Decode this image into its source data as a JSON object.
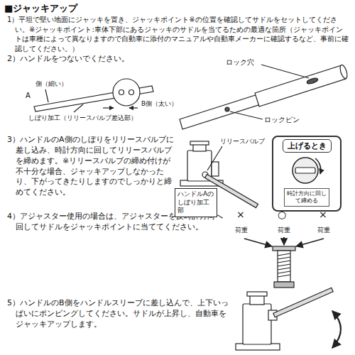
{
  "diagram": {
    "title": "■ジャッキアップ",
    "nodes": [
      {
        "text": [
          "上げるとき",
          "時計方向に回して締める"
        ]
      },
      {
        "text": [
          "ハンドルAのしぼり加工部"
        ]
      }
    ],
    "labels": [
      "1）平坦で堅い地面にジャッキを置き、ジャッキポイント※の位置を確認してサドルをセットしてください。※ジャッキポイント:車体下部にあるジャッキのサドルを当てるための最適な箇所（ジャッキポイントは車種によって異なりますので自動車に添付のマニュアルや自動車メーカーに確認するなど、事前に確認してください。）",
      "2）ハンドルをつないでください。",
      "ロック穴",
      "ロックピン",
      "側（細い）",
      "A",
      "B側（太い）",
      "しぼり加工（リリースバルブ差込部）",
      "3）ハンドルのA側のしぼりをリリースバルブに差し込み、時計方向に回してリリースバルブを締めます。※リリースバルブの締め付けが不十分な場合、ジャッキアップしなかったり、下がってきたりしますのでしっかりと締めてください。",
      "リリースバルブ",
      "4）アジャスター使用の場合は、アジャスターを反時計方向へ回してサドルをジャッキポイントに当ててください。",
      "×",
      "○",
      "×",
      "荷重",
      "荷重",
      "荷重",
      "5）ハンドルのB側をハンドルスリーブに差し込んで、上下いっぱいにポンピングしてください。サドルが上昇し、自動車をジャッキアップします。"
    ]
  }
}
